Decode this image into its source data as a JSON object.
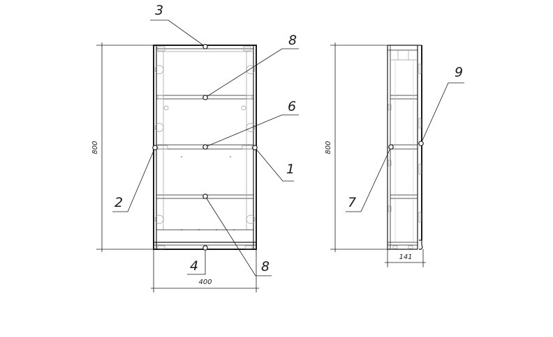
{
  "drawing": {
    "callouts": [
      "1",
      "2",
      "3",
      "4",
      "6",
      "7",
      "8",
      "8",
      "9"
    ],
    "dimensions": {
      "front_height": "800",
      "front_width": "400",
      "side_height": "800",
      "side_depth": "141"
    }
  }
}
